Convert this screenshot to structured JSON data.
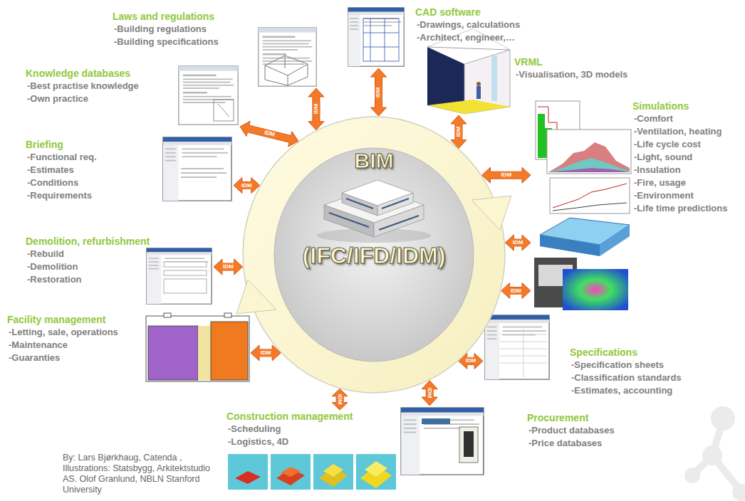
{
  "diagram": {
    "nodes": [
      {
        "text": [
          "BIM",
          "(IFC/IFD/IDM)"
        ]
      },
      {
        "text": [
          "Laws and regulations",
          "-Building regulations",
          "-Building specifications"
        ]
      },
      {
        "text": [
          "CAD software",
          "-Drawings, calculations",
          "-Architect, engineer,…"
        ]
      },
      {
        "text": [
          "VRML",
          "-Visualisation, 3D models"
        ]
      },
      {
        "text": [
          "Simulations",
          "-Comfort",
          "-Ventilation, heating",
          "-Life cycle cost",
          "-Light, sound",
          "-Insulation",
          "-Fire, usage",
          "-Environment",
          "-Life time predictions"
        ]
      },
      {
        "text": [
          "Specifications",
          "-Specification sheets",
          "-Classification standards",
          "-Estimates, accounting"
        ]
      },
      {
        "text": [
          "Procurement",
          "-Product databases",
          "-Price databases"
        ]
      },
      {
        "text": [
          "Construction management",
          "-Scheduling",
          "-Logistics, 4D"
        ]
      },
      {
        "text": [
          "Facility management",
          "-Letting, sale, operations",
          "-Maintenance",
          "-Guaranties"
        ]
      },
      {
        "text": [
          "Demolition, refurbishment",
          "-Rebuild",
          "-Demolition",
          "-Restoration"
        ]
      },
      {
        "text": [
          "Briefing",
          "-Functional req.",
          "-Estimates",
          "-Conditions",
          "-Requirements"
        ]
      },
      {
        "text": [
          "Knowledge databases",
          "-Best practise knowledge",
          "-Own practice"
        ]
      }
    ],
    "edges": [
      {
        "from": 0,
        "to": 1,
        "label": "IDM",
        "arrow": "both"
      },
      {
        "from": 0,
        "to": 2,
        "label": "IDM",
        "arrow": "both"
      },
      {
        "from": 0,
        "to": 3,
        "label": "IDM",
        "arrow": "both"
      },
      {
        "from": 0,
        "to": 4,
        "label": "IDM",
        "arrow": "both"
      },
      {
        "from": 0,
        "to": 4,
        "label": "IDM",
        "arrow": "both"
      },
      {
        "from": 0,
        "to": 4,
        "label": "IDM",
        "arrow": "both"
      },
      {
        "from": 0,
        "to": 5,
        "label": "IDM",
        "arrow": "both"
      },
      {
        "from": 0,
        "to": 6,
        "label": "IDM",
        "arrow": "both"
      },
      {
        "from": 0,
        "to": 7,
        "label": "IDM",
        "arrow": "both"
      },
      {
        "from": 0,
        "to": 8,
        "label": "IDM",
        "arrow": "both"
      },
      {
        "from": 0,
        "to": 9,
        "label": "IDM",
        "arrow": "both"
      },
      {
        "from": 0,
        "to": 10,
        "label": "IDM",
        "arrow": "both"
      },
      {
        "from": 0,
        "to": 11,
        "label": "IDM",
        "arrow": "both"
      }
    ],
    "labels": [
      "By: Lars Bjørkhaug, Catenda , Illustrations: Statsbygg, Arkitektstudio AS. Olof Granlund, NBLN Stanford University"
    ]
  }
}
